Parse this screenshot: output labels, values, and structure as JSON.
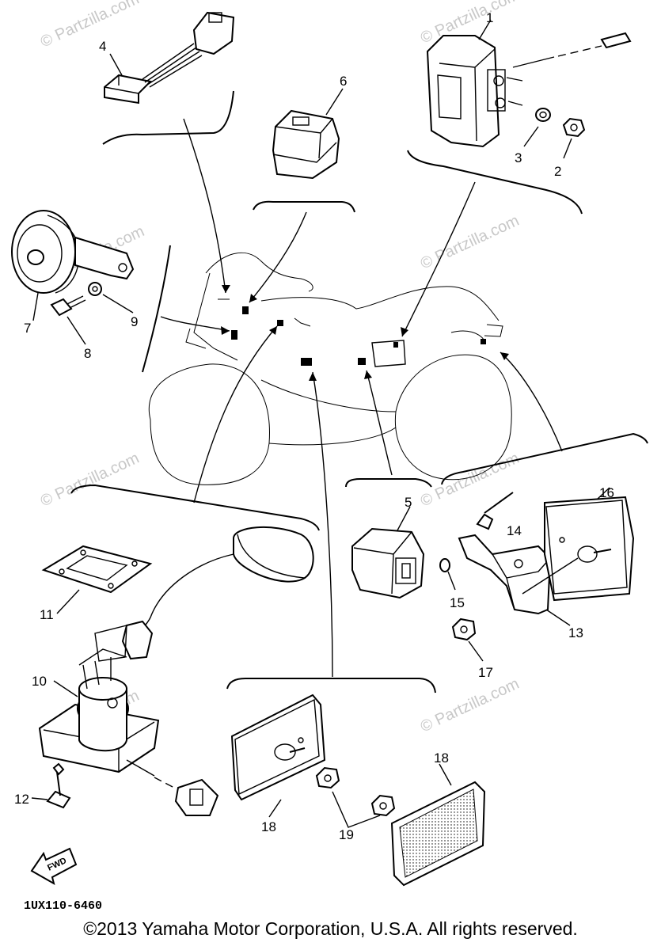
{
  "callouts": {
    "c1": "1",
    "c2": "2",
    "c3": "3",
    "c4": "4",
    "c5": "5",
    "c6": "6",
    "c7": "7",
    "c8": "8",
    "c9": "9",
    "c10": "10",
    "c11": "11",
    "c12": "12",
    "c13": "13",
    "c14": "14",
    "c15": "15",
    "c16": "16",
    "c17": "17",
    "c18a": "18",
    "c18b": "18",
    "c19": "19"
  },
  "watermark": "© Partzilla.com",
  "watermark_alt": "Partzilla.com",
  "fwd_label": "FWD",
  "diagram_ref": "1UX110-6460",
  "copyright": "©2013 Yamaha Motor Corporation, U.S.A. All rights reserved."
}
